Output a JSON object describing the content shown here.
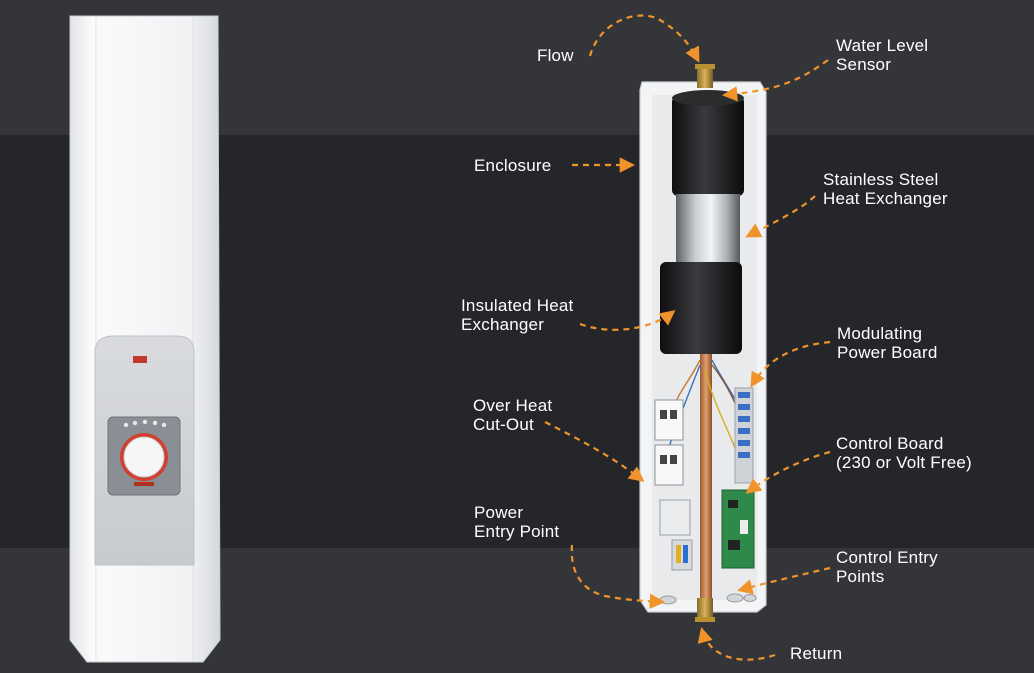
{
  "labels": {
    "flow": [
      "Flow"
    ],
    "water_level_sensor": [
      "Water Level",
      "Sensor"
    ],
    "enclosure": [
      "Enclosure"
    ],
    "stainless_steel_heat_exchanger": [
      "Stainless Steel",
      "Heat Exchanger"
    ],
    "insulated_heat_exchanger": [
      "Insulated Heat",
      "Exchanger"
    ],
    "modulating_power_board": [
      "Modulating",
      "Power Board"
    ],
    "over_heat_cut_out": [
      "Over Heat",
      "Cut-Out"
    ],
    "control_board": [
      "Control Board",
      "(230 or Volt Free)"
    ],
    "power_entry_point": [
      "Power",
      "Entry Point"
    ],
    "control_entry_points": [
      "Control Entry",
      "Points"
    ],
    "return": [
      "Return"
    ]
  },
  "colors": {
    "background": "#2a2c2f",
    "callout_arrow": "#f0932b",
    "label_text": "#ffffff",
    "unit_body": "#f4f5f6",
    "insulation": "#1c1c1e",
    "copper": "#c07a4a"
  }
}
